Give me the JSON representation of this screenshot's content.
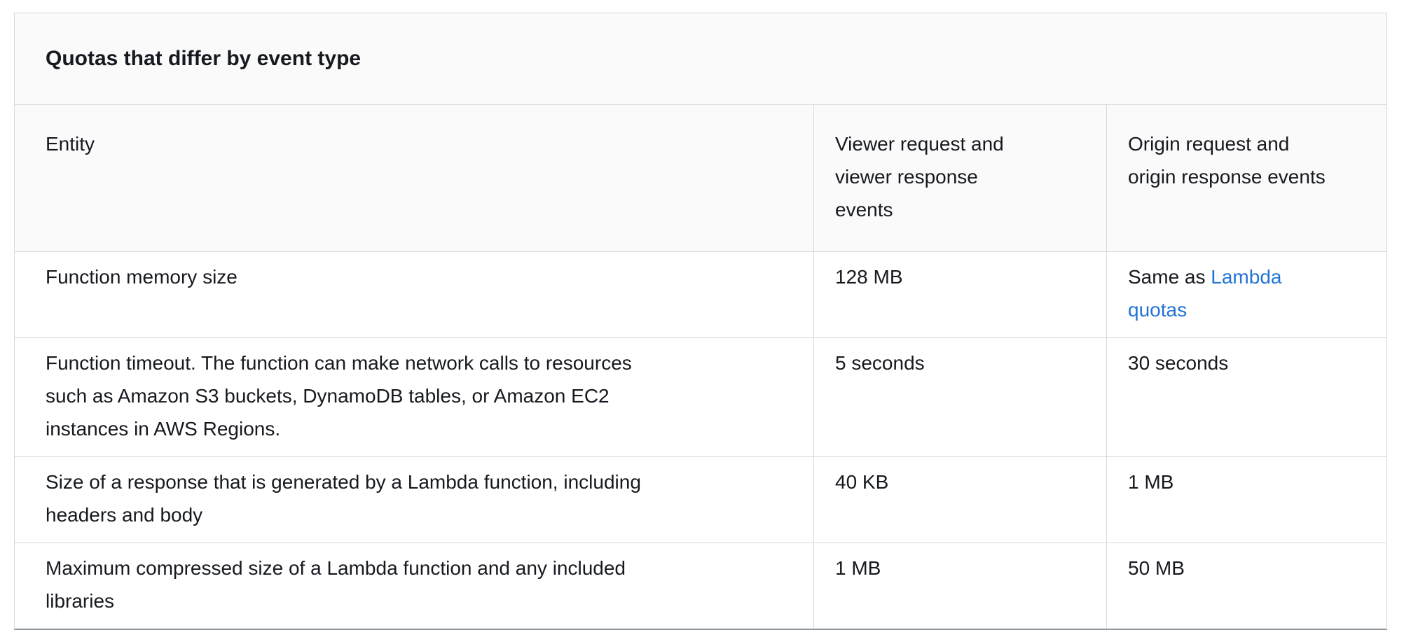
{
  "table": {
    "title": "Quotas that differ by event type",
    "columns": {
      "entity": "Entity",
      "viewer": "Viewer request and\nviewer response\nevents",
      "origin": "Origin request and\norigin response events"
    },
    "rows": [
      {
        "entity": "Function memory size",
        "viewer": "128 MB",
        "origin_prefix": "Same as ",
        "origin_link": "Lambda\nquotas"
      },
      {
        "entity": "Function timeout. The function can make network calls to resources\nsuch as Amazon S3 buckets, DynamoDB tables, or Amazon EC2\ninstances in AWS Regions.",
        "viewer": "5 seconds",
        "origin": "30 seconds"
      },
      {
        "entity": "Size of a response that is generated by a Lambda function, including\nheaders and body",
        "viewer": "40 KB",
        "origin": "1 MB"
      },
      {
        "entity": "Maximum compressed size of a Lambda function and any included\nlibraries",
        "viewer": "1 MB",
        "origin": "50 MB"
      }
    ]
  },
  "colors": {
    "text": "#16191f",
    "link": "#2074d5",
    "header_bg": "#fafafa",
    "border": "#d5dbdb",
    "bottom_border": "#8d979c"
  }
}
